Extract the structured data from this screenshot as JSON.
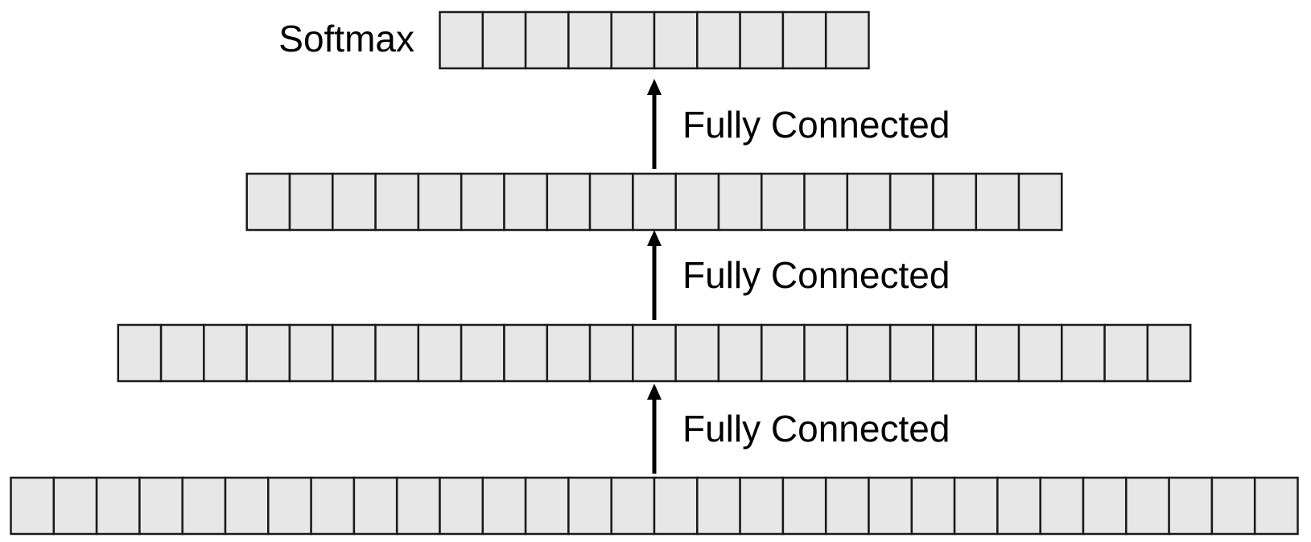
{
  "softmax_label": "Softmax",
  "connection_labels": [
    "Fully Connected",
    "Fully Connected",
    "Fully Connected"
  ],
  "layers": [
    {
      "name": "softmax-layer",
      "units": 10
    },
    {
      "name": "hidden-layer-2",
      "units": 19
    },
    {
      "name": "hidden-layer-1",
      "units": 25
    },
    {
      "name": "input-layer",
      "units": 30
    }
  ],
  "colors": {
    "cell_fill": "#e7e7e7",
    "cell_stroke": "#1a1a1a",
    "arrow": "#000000"
  }
}
